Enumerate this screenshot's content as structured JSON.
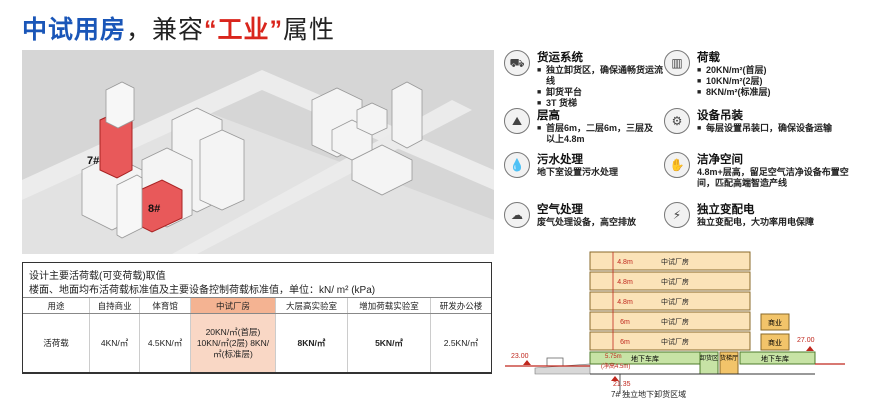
{
  "title": {
    "part1": "中试用房",
    "part2": "，兼容",
    "part3": "“工业”",
    "part4": "属性"
  },
  "render": {
    "label_7": "7#",
    "label_8": "8#"
  },
  "features": [
    {
      "icon": "truck-icon",
      "glyph": "⛟",
      "heading": "货运系统",
      "items": [
        "独立卸货区，确保通畅货运流线",
        "卸货平台",
        "3T 货梯"
      ]
    },
    {
      "icon": "load-icon",
      "glyph": "▥",
      "heading": "荷载",
      "items": [
        "20KN/m²(首层)",
        "10KN/m²(2层)",
        "8KN/m²(标准层)"
      ]
    },
    {
      "icon": "height-icon",
      "glyph": "⛰",
      "heading": "层高",
      "items": [
        "首层6m，二层6m，三层及以上4.8m"
      ]
    },
    {
      "icon": "hoist-icon",
      "glyph": "⚙",
      "heading": "设备吊装",
      "items": [
        "每层设置吊装口，确保设备运输"
      ]
    },
    {
      "icon": "water-icon",
      "glyph": "💧",
      "heading": "污水处理",
      "text": "地下室设置污水处理"
    },
    {
      "icon": "clean-icon",
      "glyph": "✋",
      "heading": "洁净空间",
      "text": "4.8m+层高，留足空气洁净设备布置空间，匹配高端智造产线"
    },
    {
      "icon": "air-icon",
      "glyph": "☁",
      "heading": "空气处理",
      "text": "废气处理设备，高空排放"
    },
    {
      "icon": "power-icon",
      "glyph": "⚡",
      "heading": "独立变配电",
      "text": "独立变配电，大功率用电保障"
    }
  ],
  "load_table": {
    "caption1": "设计主要活荷载(可变荷载)取值",
    "caption2": "楼面、地面均布活荷载标准值及主要设备控制荷载标准值，单位：kN/ m² (kPa)",
    "headers": [
      "用途",
      "自持商业",
      "体育馆",
      "中试厂房",
      "大层高实验室",
      "增加荷载实验室",
      "研发办公楼"
    ],
    "row_label": "活荷载",
    "values": [
      "4KN/㎡",
      "4.5KN/㎡",
      "20KN/㎡(首层) 10KN/㎡(2层) 8KN/㎡(标准层)",
      "8KN/㎡",
      "5KN/㎡",
      "2.5KN/㎡"
    ]
  },
  "section": {
    "floors": [
      {
        "height": "4.8m",
        "label": "中试厂房"
      },
      {
        "height": "4.8m",
        "label": "中试厂房"
      },
      {
        "height": "4.8m",
        "label": "中试厂房"
      },
      {
        "height": "6m",
        "label": "中试厂房"
      },
      {
        "height": "6m",
        "label": "中试厂房"
      }
    ],
    "shop1": "商业",
    "shop2": "商业",
    "basement_left": "地下车库",
    "basement_right": "地下车库",
    "unload": "卸货区",
    "lift": "货梯厅",
    "level_left": "23.00",
    "level_right": "27.00",
    "level_bottom": "21.35",
    "clear_height": "5.75m",
    "clear_height2": "(净高4.5m)",
    "note": "7# 独立地下卸货区域"
  }
}
